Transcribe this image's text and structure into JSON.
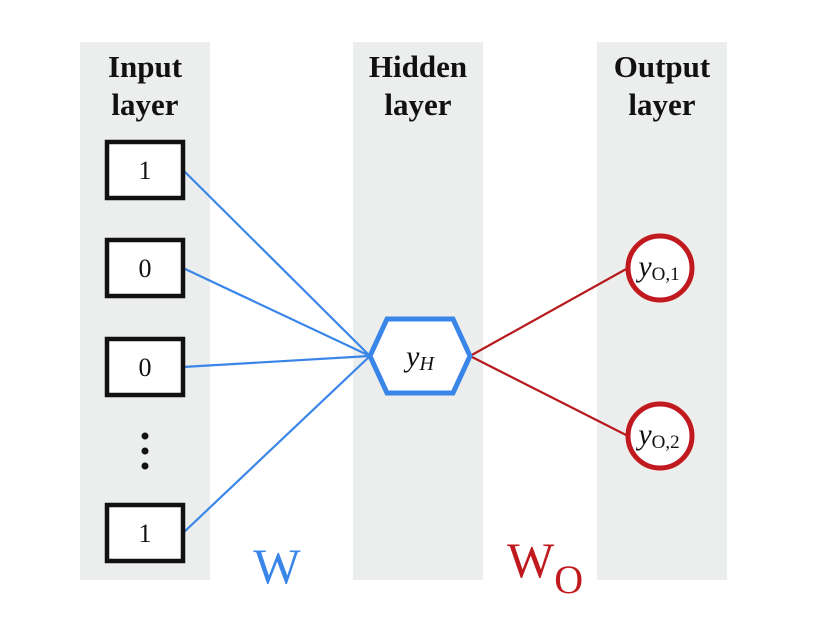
{
  "columns": {
    "input": {
      "line1": "Input",
      "line2": "layer"
    },
    "hidden": {
      "line1": "Hidden",
      "line2": "layer"
    },
    "output": {
      "line1": "Output",
      "line2": "layer"
    }
  },
  "inputs": [
    "1",
    "0",
    "0",
    "1"
  ],
  "hidden_node": {
    "var": "y",
    "sub": "H"
  },
  "output_nodes": [
    {
      "var": "y",
      "sub": "O,1"
    },
    {
      "var": "y",
      "sub": "O,2"
    }
  ],
  "weights": {
    "input_hidden": "W",
    "hidden_output": "W",
    "hidden_output_sub": "O"
  },
  "colors": {
    "input_edges": "#3a86e8",
    "output_edges": "#b8191c",
    "column_bg": "#eceeee"
  }
}
